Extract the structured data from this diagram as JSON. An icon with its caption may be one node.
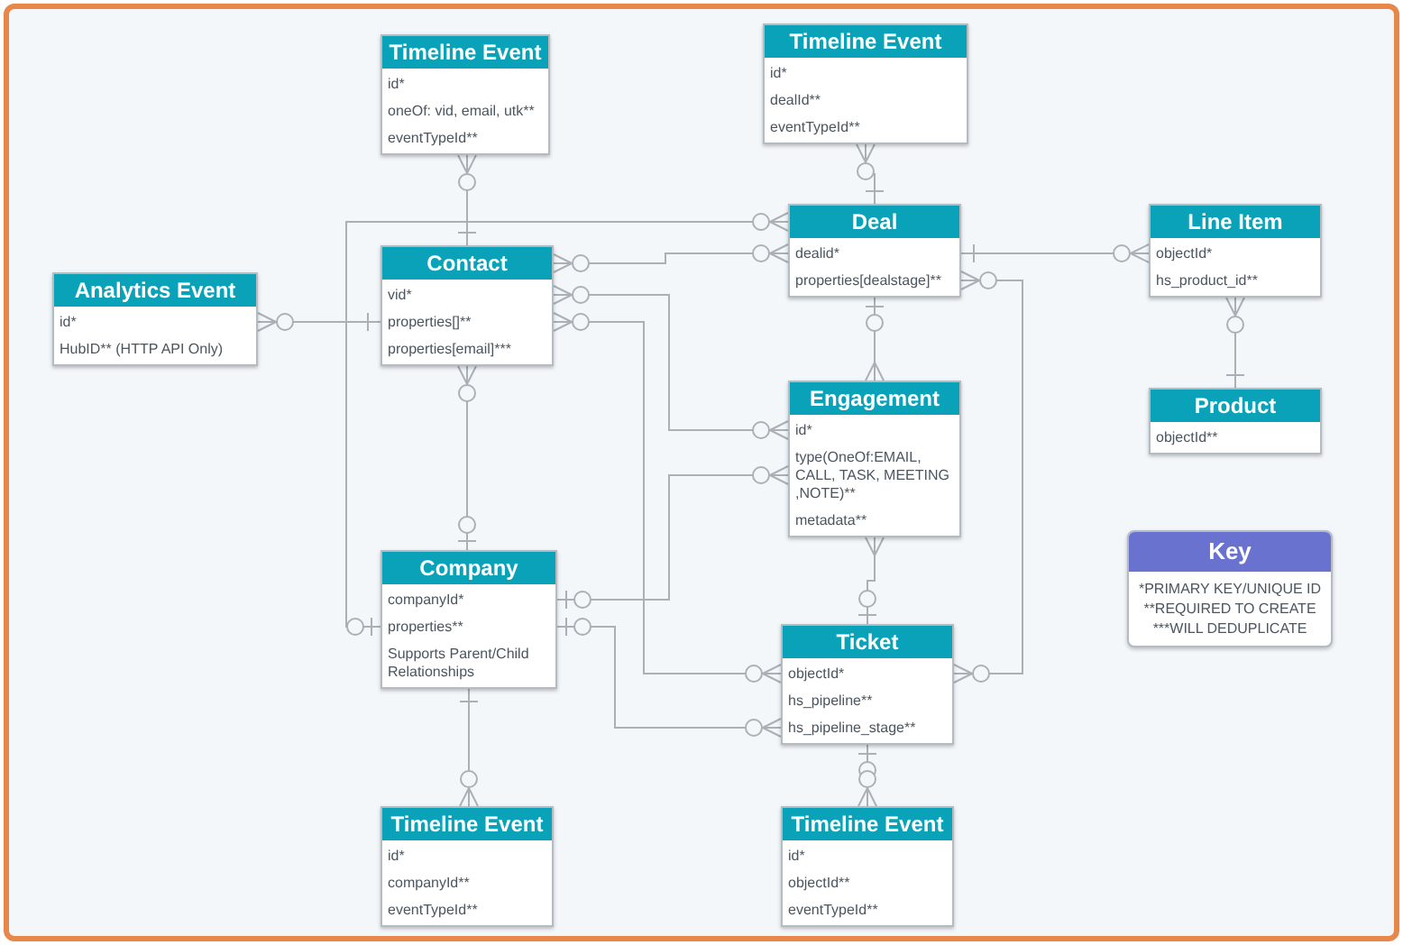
{
  "diagram": {
    "nodes": [
      {
        "text": [
          "Timeline Event",
          "id*",
          "oneOf: vid, email, utk**",
          "eventTypeId**"
        ]
      },
      {
        "text": [
          "Timeline Event",
          "id*",
          "dealId**",
          "eventTypeId**"
        ]
      },
      {
        "text": [
          "Analytics Event",
          "id*",
          "HubID** (HTTP API Only)"
        ]
      },
      {
        "text": [
          "Contact",
          "vid*",
          "properties[]**",
          "properties[email]***"
        ]
      },
      {
        "text": [
          "Deal",
          "dealid*",
          "properties[dealstage]**"
        ]
      },
      {
        "text": [
          "Line Item",
          "objectId*",
          "hs_product_id**"
        ]
      },
      {
        "text": [
          "Engagement",
          "id*",
          "type(OneOf:EMAIL, CALL, TASK, MEETING ,NOTE)**",
          "metadata**"
        ]
      },
      {
        "text": [
          "Product",
          "objectId**"
        ]
      },
      {
        "text": [
          "Company",
          "companyId*",
          "properties**",
          "Supports Parent/Child Relationships"
        ]
      },
      {
        "text": [
          "Key",
          "*PRIMARY KEY/UNIQUE ID",
          "**REQUIRED TO CREATE",
          "***WILL DEDUPLICATE"
        ]
      },
      {
        "text": [
          "Ticket",
          "objectId*",
          "hs_pipeline**",
          "hs_pipeline_stage**"
        ]
      },
      {
        "text": [
          "Timeline Event",
          "id*",
          "companyId**",
          "eventTypeId**"
        ]
      },
      {
        "text": [
          "Timeline Event",
          "id*",
          "objectId**",
          "eventTypeId**"
        ]
      }
    ],
    "edges": [
      {
        "from": 3,
        "to": 0,
        "arrow": "other"
      },
      {
        "from": 3,
        "to": 2,
        "arrow": "other"
      },
      {
        "from": 8,
        "to": 4,
        "arrow": "other"
      },
      {
        "from": 3,
        "to": 4,
        "arrow": "other"
      },
      {
        "from": 3,
        "to": 6,
        "arrow": "other"
      },
      {
        "from": 3,
        "to": 10,
        "arrow": "other"
      },
      {
        "from": 3,
        "to": 8,
        "arrow": "other"
      },
      {
        "from": 8,
        "to": 6,
        "arrow": "other"
      },
      {
        "from": 8,
        "to": 10,
        "arrow": "other"
      },
      {
        "from": 4,
        "to": 6,
        "arrow": "other"
      },
      {
        "from": 4,
        "to": 10,
        "arrow": "other"
      },
      {
        "from": 4,
        "to": 5,
        "arrow": "other"
      },
      {
        "from": 5,
        "to": 7,
        "arrow": "other"
      },
      {
        "from": 6,
        "to": 10,
        "arrow": "other"
      },
      {
        "from": 4,
        "to": 1,
        "arrow": "other"
      },
      {
        "from": 8,
        "to": 11,
        "arrow": "other"
      },
      {
        "from": 10,
        "to": 12,
        "arrow": "other"
      }
    ]
  }
}
